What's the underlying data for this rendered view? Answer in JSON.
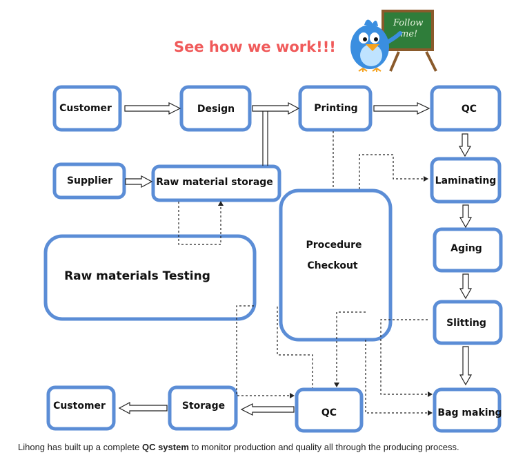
{
  "title": "See how we work!!!",
  "sign_text_line1": "Follow",
  "sign_text_line2": "me!",
  "nodes": {
    "customer_top": "Customer",
    "design": "Design",
    "printing": "Printing",
    "qc_top": "QC",
    "supplier": "Supplier",
    "raw_material_storage": "Raw material storage",
    "laminating": "Laminating",
    "procedure_line1": "Procedure",
    "procedure_line2": "Checkout",
    "aging": "Aging",
    "raw_materials_testing": "Raw materials Testing",
    "slitting": "Slitting",
    "customer_bottom": "Customer",
    "storage": "Storage",
    "qc_bottom": "QC",
    "bag_making": "Bag  making"
  },
  "caption": {
    "before": "Lihong has built up a complete ",
    "bold": "QC system",
    "after": " to monitor production and quality all through the producing process."
  },
  "colors": {
    "box_border": "#5b8dd6",
    "title": "#f05a5a",
    "chalkboard": "#2f7d3a",
    "bird": "#3a8ee0"
  }
}
